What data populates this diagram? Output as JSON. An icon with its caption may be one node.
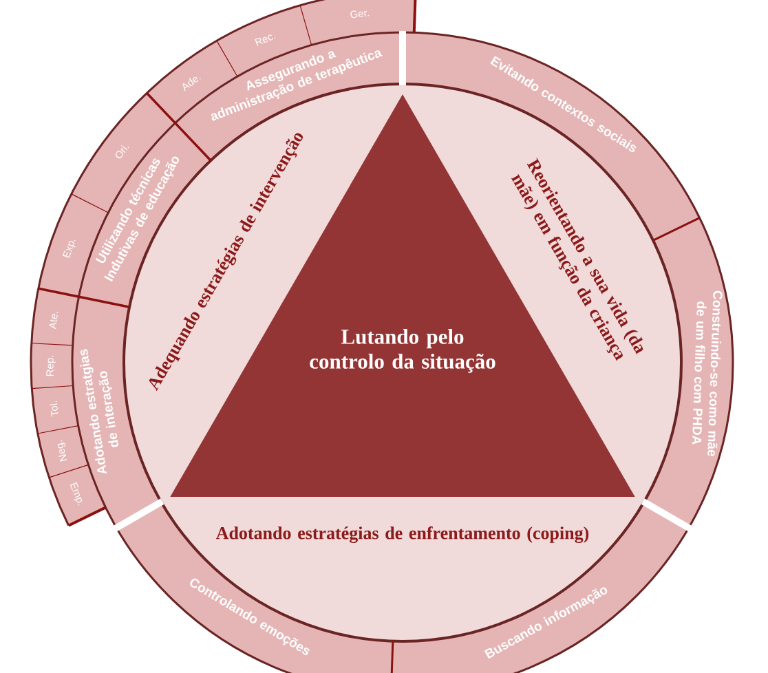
{
  "diagram": {
    "nodes": [
      {
        "text": [
          "Lutando pelo controlo da situação"
        ]
      },
      {
        "text": [
          "Adequando estratégias de intervenção"
        ]
      },
      {
        "text": [
          "Reorientando a sua vida (da mãe) em função da criança"
        ]
      },
      {
        "text": [
          "Adotando estratégias de enfrentamento (coping)"
        ]
      },
      {
        "text": [
          "Assegurando a administração de terapêutica"
        ]
      },
      {
        "text": [
          "Utilizando técnicas Indutivas de educação"
        ]
      },
      {
        "text": [
          "Adotando estratgias de interação"
        ]
      },
      {
        "text": [
          "Evitando contextos sociais"
        ]
      },
      {
        "text": [
          "Construindo-se como mãe de um filho com PHDA"
        ]
      },
      {
        "text": [
          "Controlando emoções"
        ]
      },
      {
        "text": [
          "Buscando informação"
        ]
      },
      {
        "text": [
          "Ger."
        ]
      },
      {
        "text": [
          "Rec."
        ]
      },
      {
        "text": [
          "Ade."
        ]
      },
      {
        "text": [
          "Ori."
        ]
      },
      {
        "text": [
          "Exp."
        ]
      },
      {
        "text": [
          "Ate."
        ]
      },
      {
        "text": [
          "Rep."
        ]
      },
      {
        "text": [
          "Tol."
        ]
      },
      {
        "text": [
          "Neg."
        ]
      },
      {
        "text": [
          "Emp."
        ]
      }
    ]
  }
}
